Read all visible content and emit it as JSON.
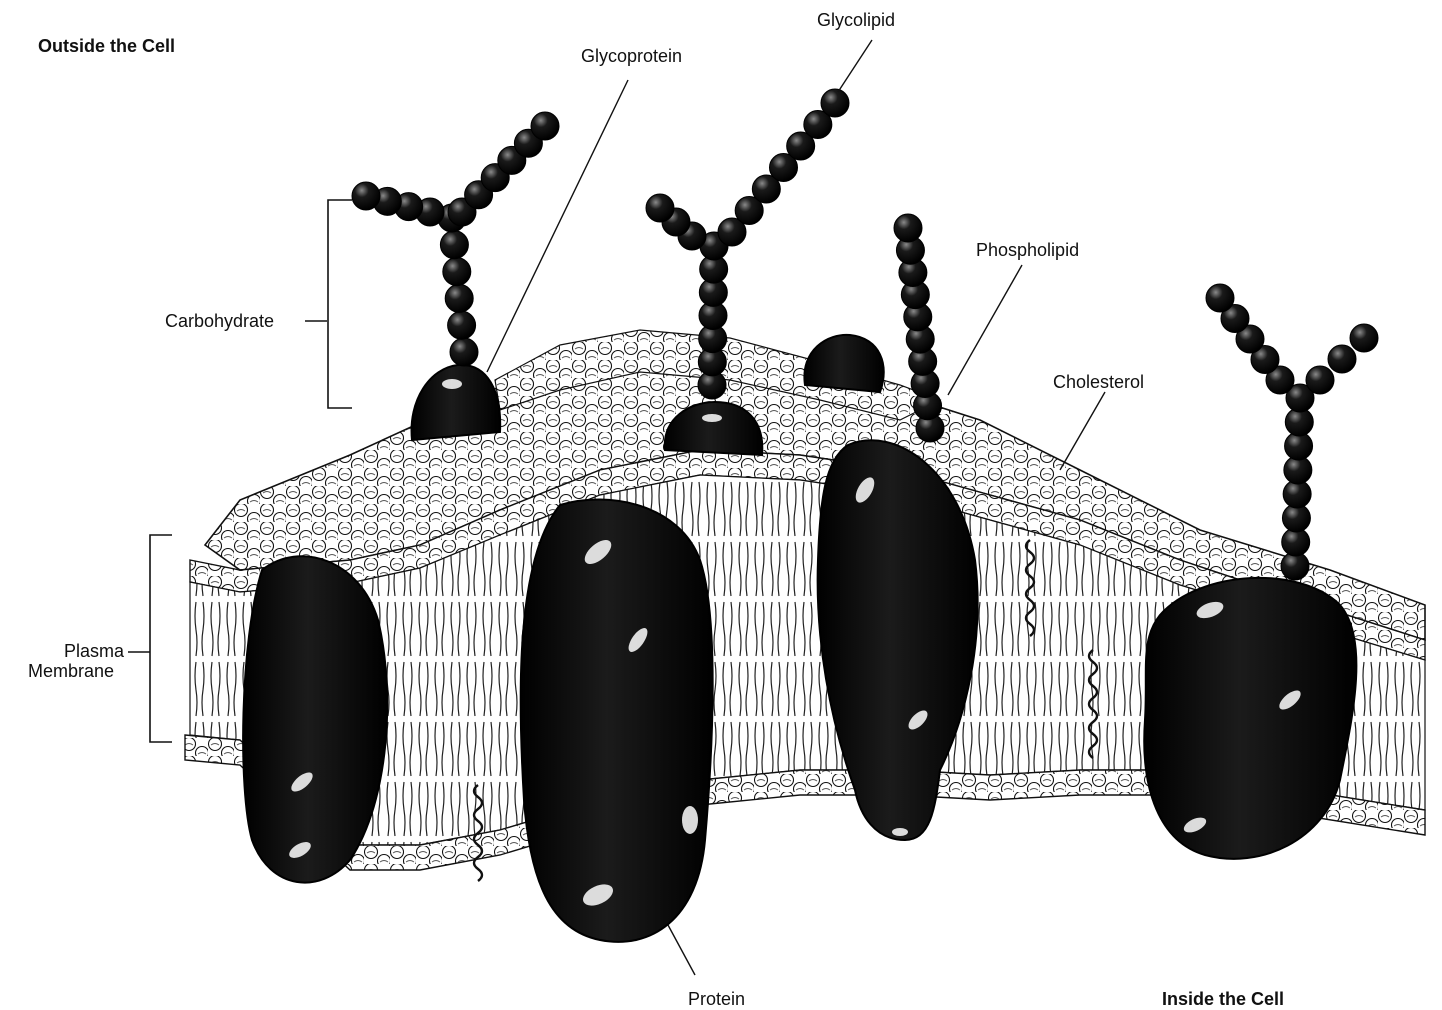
{
  "region_labels": {
    "outside": "Outside the Cell",
    "inside": "Inside the Cell"
  },
  "labels": {
    "glycolipid": "Glycolipid",
    "glycoprotein": "Glycoprotein",
    "phospholipid": "Phospholipid",
    "cholesterol": "Cholesterol",
    "carbohydrate": "Carbohydrate",
    "plasma_line1": "Plasma",
    "plasma_line2": "Membrane",
    "protein": "Protein"
  },
  "colors": {
    "protein": "#0a0a0a",
    "membrane": "#ffffff",
    "outline": "#111111"
  }
}
